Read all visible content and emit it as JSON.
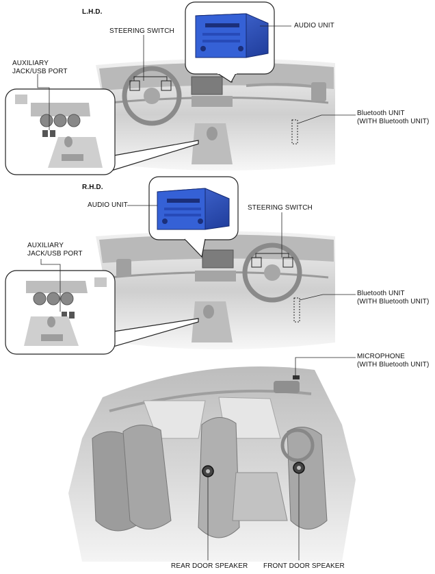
{
  "lhd": {
    "title": "L.H.D.",
    "steering_switch": "STEERING SWITCH",
    "audio_unit": "AUDIO UNIT",
    "aux_line1": "AUXILIARY",
    "aux_line2": "JACK/USB PORT",
    "bt_unit": "Bluetooth UNIT",
    "bt_note": "(WITH Bluetooth UNIT)"
  },
  "rhd": {
    "title": "R.H.D.",
    "audio_unit": "AUDIO UNIT",
    "steering_switch": "STEERING SWITCH",
    "aux_line1": "AUXILIARY",
    "aux_line2": "JACK/USB PORT",
    "bt_unit": "Bluetooth UNIT",
    "bt_note": "(WITH Bluetooth UNIT)"
  },
  "cabin": {
    "microphone": "MICROPHONE",
    "mic_note": "(WITH Bluetooth UNIT)",
    "rear_speaker": "REAR DOOR SPEAKER",
    "front_speaker": "FRONT DOOR SPEAKER"
  },
  "colors": {
    "audio_blue": "#2f55c9",
    "audio_dark": "#1b2f7a",
    "interior_gray": "#c9c9c9",
    "line": "#222222"
  }
}
